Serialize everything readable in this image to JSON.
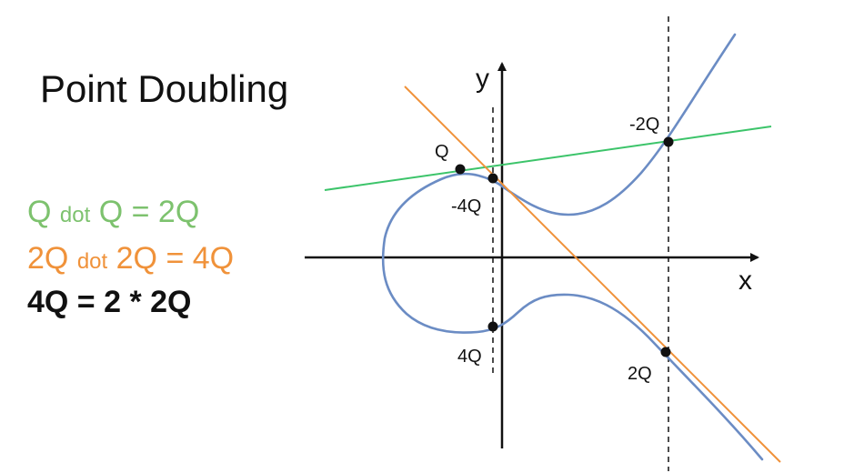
{
  "title": "Point Doubling",
  "equations": [
    {
      "parts": [
        "Q",
        "dot",
        "Q = 2Q"
      ],
      "color": "#7dc26e"
    },
    {
      "parts": [
        "2Q",
        "dot",
        "2Q = 4Q"
      ],
      "color": "#f0923a"
    },
    {
      "text": "4Q = 2 * 2Q",
      "color": "#111111"
    }
  ],
  "axes": {
    "x_label": "x",
    "y_label": "y"
  },
  "points": {
    "q": "Q",
    "neg_two_q": "-2Q",
    "neg_four_q": "-4Q",
    "four_q": "4Q",
    "two_q": "2Q"
  },
  "colors": {
    "curve": "#6b8cc4",
    "tangent_q": "#3cc46a",
    "tangent_2q": "#f0923a",
    "axis": "#111111"
  }
}
